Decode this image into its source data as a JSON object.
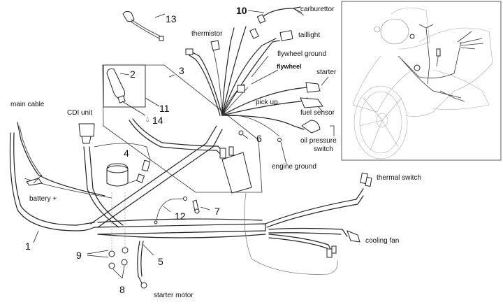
{
  "diagram": {
    "title": "Motorcycle wiring harness exploded view",
    "labels": {
      "main_cable": "main cable",
      "cdi_unit": "CDI unit",
      "battery_plus": "battery +",
      "starter_motor": "starter motor",
      "thermistor": "thermistor",
      "carburettor": "carburettor",
      "taillight": "taillight",
      "flywheel_ground": "flywheel ground",
      "flywheel": "flywheel",
      "starter": "starter",
      "pick_up": "pick up",
      "fuel_sensor": "fuel sensor",
      "oil_pressure_switch_line1": "oil pressure",
      "oil_pressure_switch_line2": "switch",
      "engine_ground": "engine ground",
      "thermal_switch": "thermal switch",
      "cooling_fan": "cooling fan"
    },
    "part_numbers": {
      "p1": "1",
      "p2": "2",
      "p3": "3",
      "p4": "4",
      "p5": "5",
      "p6": "6",
      "p7": "7",
      "p8": "8",
      "p9": "9",
      "p10": "10",
      "p11": "11",
      "p12": "12",
      "p13": "13",
      "p14": "14"
    },
    "inset": {
      "description": "motorcycle location overview"
    }
  }
}
